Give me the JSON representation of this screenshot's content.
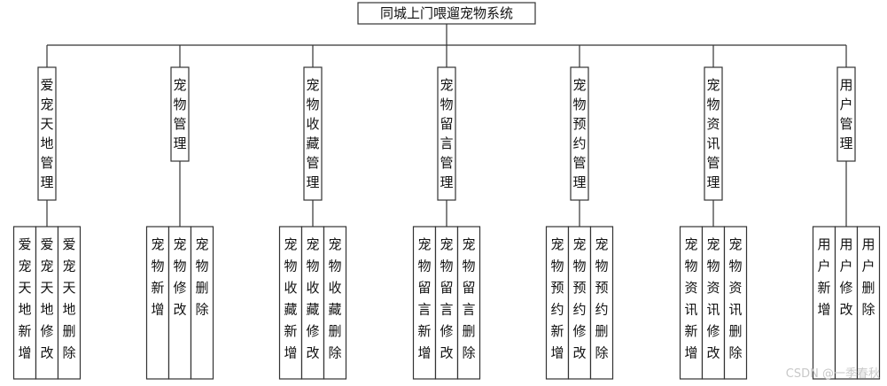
{
  "title": "同城上门喂遛宠物系统",
  "modules": [
    {
      "name": "爱宠天地管理",
      "functions": [
        "爱宠天地新增",
        "爱宠天地修改",
        "爱宠天地删除"
      ]
    },
    {
      "name": "宠物管理",
      "functions": [
        "宠物新增",
        "宠物修改",
        "宠物删除"
      ]
    },
    {
      "name": "宠物收藏管理",
      "functions": [
        "宠物收藏新增",
        "宠物收藏修改",
        "宠物收藏删除"
      ]
    },
    {
      "name": "宠物留言管理",
      "functions": [
        "宠物留言新增",
        "宠物留言修改",
        "宠物留言删除"
      ]
    },
    {
      "name": "宠物预约管理",
      "functions": [
        "宠物预约新增",
        "宠物预约修改",
        "宠物预约删除"
      ]
    },
    {
      "name": "宠物资讯管理",
      "functions": [
        "宠物资讯新增",
        "宠物资讯修改",
        "宠物资讯删除"
      ]
    },
    {
      "name": "用户管理",
      "functions": [
        "用户新增",
        "用户修改",
        "用户删除"
      ]
    }
  ],
  "watermark": "CSDN @一季春秋"
}
